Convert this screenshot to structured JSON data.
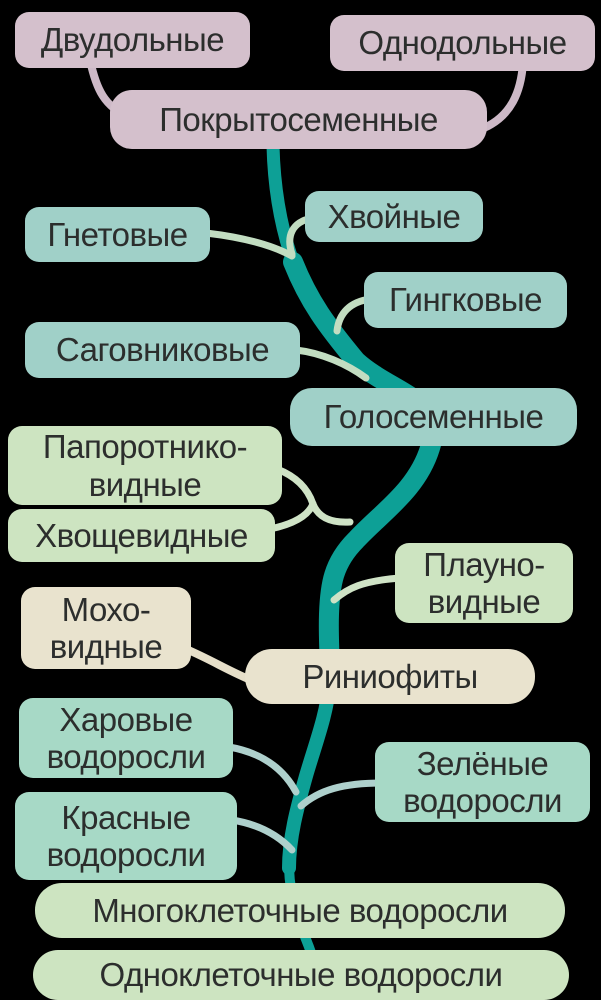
{
  "diagram": {
    "type": "phylogenetic-tree",
    "language": "ru",
    "background_color": "#000000",
    "trunk_color": "#0da096",
    "group_colors": {
      "angiosperms": "#d4c0cc",
      "gymnosperms": "#a0d0c8",
      "spore_plants": "#cde4c1",
      "ancient_plants": "#e9e3ce",
      "algae": "#a7d9c6"
    },
    "connector_colors": {
      "angiosperm_links": "#cdb9c7",
      "gymnosperm_links": "#c2ddc1",
      "fern_links": "#cfe3c6",
      "moss_link": "#e6dfc9",
      "algae_links": "#aed0cc"
    },
    "nodes": [
      {
        "label": "Двудольные",
        "group": "angiosperms"
      },
      {
        "label": "Однодольные",
        "group": "angiosperms"
      },
      {
        "label": "Покрытосеменные",
        "group": "angiosperms"
      },
      {
        "label": "Хвойные",
        "group": "gymnosperms"
      },
      {
        "label": "Гнетовые",
        "group": "gymnosperms"
      },
      {
        "label": "Гингковые",
        "group": "gymnosperms"
      },
      {
        "label": "Саговниковые",
        "group": "gymnosperms"
      },
      {
        "label": "Голосеменные",
        "group": "gymnosperms"
      },
      {
        "label": "Папоротнико-\nвидные",
        "group": "spore_plants"
      },
      {
        "label": "Хвощевидные",
        "group": "spore_plants"
      },
      {
        "label": "Плауно-\nвидные",
        "group": "spore_plants"
      },
      {
        "label": "Мохо-\nвидные",
        "group": "ancient_plants"
      },
      {
        "label": "Риниофиты",
        "group": "ancient_plants"
      },
      {
        "label": "Харовые\nводоросли",
        "group": "algae"
      },
      {
        "label": "Зелёные\nводоросли",
        "group": "algae"
      },
      {
        "label": "Красные\nводоросли",
        "group": "algae"
      },
      {
        "label": "Многоклеточные водоросли",
        "group": "algae_ancestor"
      },
      {
        "label": "Одноклеточные водоросли",
        "group": "algae_ancestor"
      }
    ],
    "structure": {
      "trunk_sequence_bottom_to_top": [
        "Одноклеточные водоросли",
        "Многоклеточные водоросли",
        "Риниофиты",
        "Голосеменные",
        "Покрытосеменные"
      ],
      "branches": [
        {
          "from": "Покрытосеменные",
          "to": "Двудольные"
        },
        {
          "from": "Покрытосеменные",
          "to": "Однодольные"
        },
        {
          "from": "trunk",
          "to": "Хвойные"
        },
        {
          "from": "trunk",
          "to": "Гнетовые"
        },
        {
          "from": "trunk",
          "to": "Гингковые"
        },
        {
          "from": "trunk",
          "to": "Саговниковые"
        },
        {
          "from": "trunk",
          "to": "Папоротнико-видные"
        },
        {
          "from": "trunk",
          "to": "Хвощевидные"
        },
        {
          "from": "trunk",
          "to": "Плауно-видные"
        },
        {
          "from": "Риниофиты",
          "to": "Мохо-видные"
        },
        {
          "from": "trunk",
          "to": "Харовые водоросли"
        },
        {
          "from": "trunk",
          "to": "Зелёные водоросли"
        },
        {
          "from": "trunk",
          "to": "Красные водоросли"
        }
      ]
    }
  }
}
